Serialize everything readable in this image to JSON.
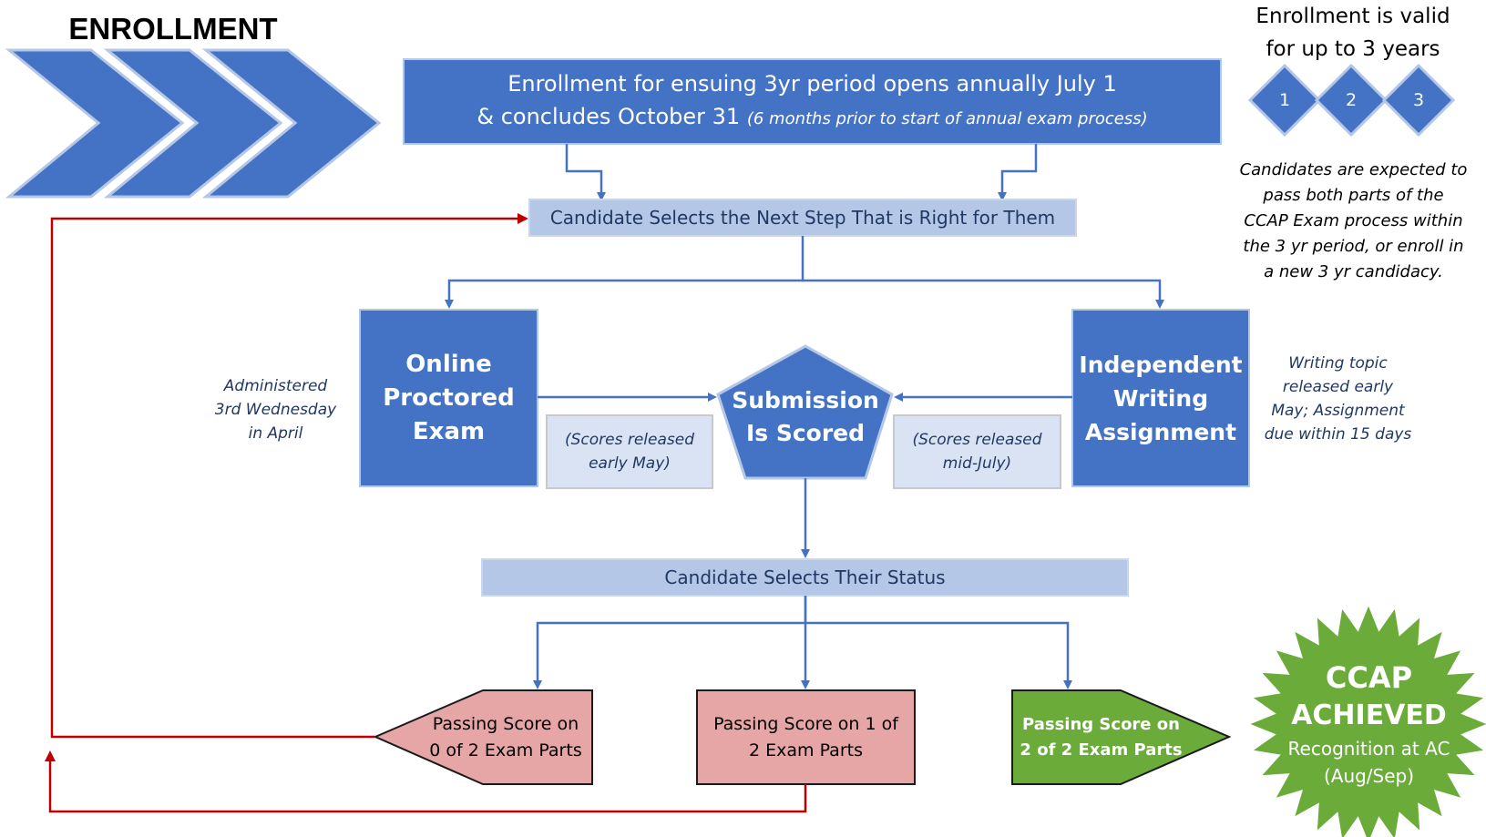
{
  "header": {
    "title": "ENROLLMENT",
    "validity_line1": "Enrollment is valid",
    "validity_line2": "for up to 3 years",
    "years": [
      "1",
      "2",
      "3"
    ]
  },
  "enrollment_box": {
    "line1": "Enrollment for ensuing 3yr period opens annually July 1",
    "line2": "& concludes October 31",
    "note": "(6 months prior to start of annual exam process)"
  },
  "notes": {
    "candidates_expected": [
      "Candidates are expected to",
      "pass both parts of the",
      "CCAP Exam process within",
      "the 3 yr period, or enroll in",
      "a new 3 yr candidacy."
    ],
    "administered": [
      "Administered",
      "3rd Wednesday",
      "in April"
    ],
    "writing_topic": [
      "Writing topic",
      "released early",
      "May; Assignment",
      "due within 15 days"
    ]
  },
  "steps": {
    "select_next": "Candidate Selects the Next Step That is Right for Them",
    "online_exam": [
      "Online",
      "Proctored",
      "Exam"
    ],
    "writing_assignment": [
      "Independent",
      "Writing",
      "Assignment"
    ],
    "submission": [
      "Submission",
      "Is Scored"
    ],
    "scores_may": [
      "(Scores released",
      "early May)"
    ],
    "scores_july": [
      "(Scores released",
      "mid-July)"
    ],
    "select_status": "Candidate Selects Their Status"
  },
  "outcomes": {
    "zero": [
      "Passing Score on",
      "0 of 2 Exam Parts"
    ],
    "one": [
      "Passing Score on 1 of",
      "2 Exam Parts"
    ],
    "two": [
      "Passing Score on",
      "2 of 2 Exam Parts"
    ]
  },
  "achieved": {
    "line1": "CCAP",
    "line2": "ACHIEVED",
    "line3": "Recognition at AC",
    "line4": "(Aug/Sep)"
  },
  "colors": {
    "blue": "#4472c4",
    "light_blue": "#b4c7e7",
    "pale_box": "#dae3f3",
    "pink": "#e6a6a6",
    "green": "#6aab3a",
    "red_line": "#c00000",
    "text_dark": "#1f3864"
  }
}
